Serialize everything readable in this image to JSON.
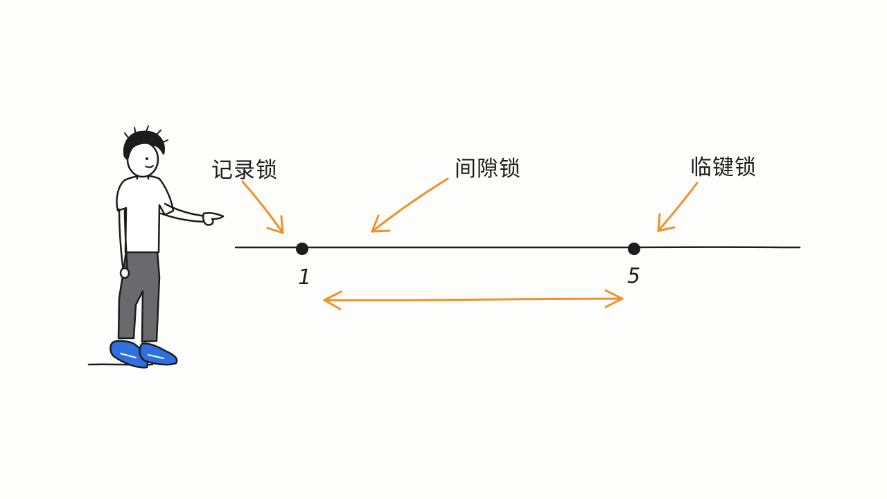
{
  "diagram": {
    "labels": {
      "record_lock": "记录锁",
      "gap_lock": "间隙锁",
      "next_key_lock": "临键锁"
    },
    "points": [
      {
        "value": "1"
      },
      {
        "value": "5"
      }
    ],
    "colors": {
      "ink": "#1c1c1c",
      "arrow": "#f0902a",
      "shirt": "#ffffff",
      "pants": "#6a6a6e",
      "shoes": "#2f6fe0",
      "skin": "#ffffff"
    }
  }
}
